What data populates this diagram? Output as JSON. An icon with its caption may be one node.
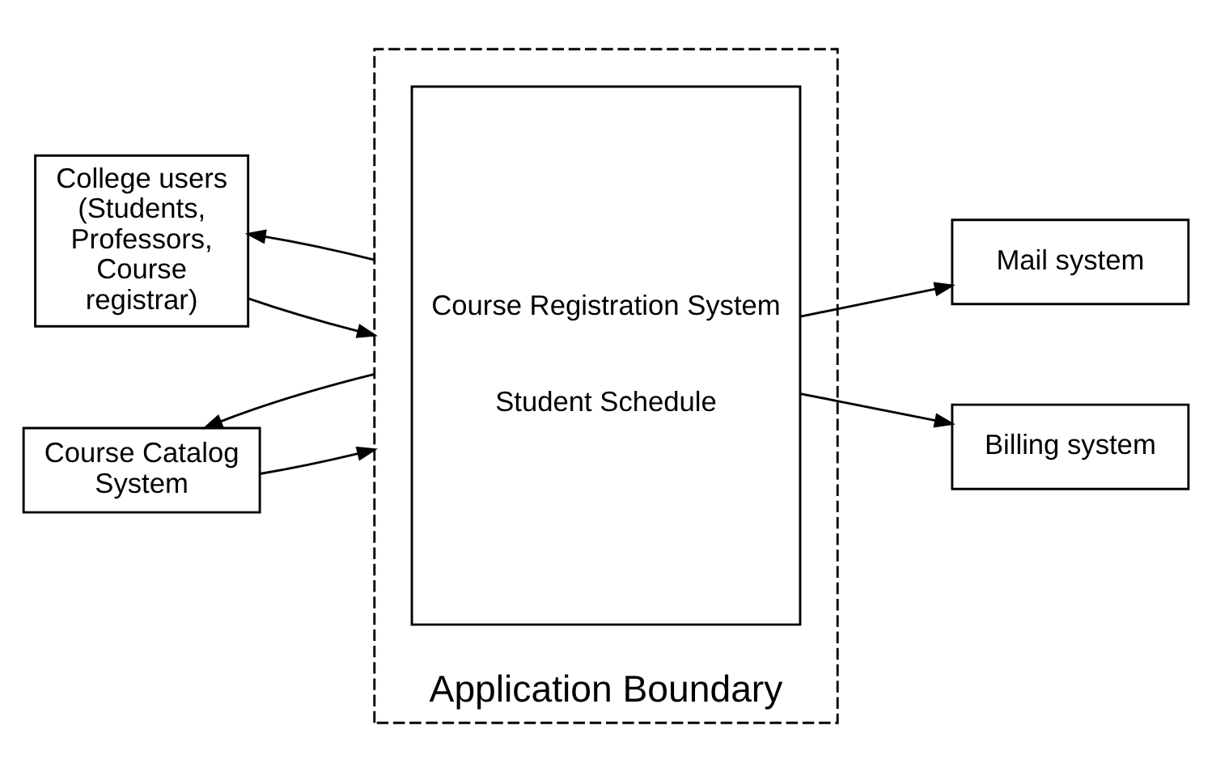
{
  "diagram": {
    "nodes": [
      {
        "text": [
          "Application Boundary"
        ]
      },
      {
        "text": [
          "Course Registration System",
          "Student Schedule"
        ],
        "in": 0
      },
      {
        "text": [
          "College users (Students, Professors, Course registrar)"
        ]
      },
      {
        "text": [
          "Course Catalog System"
        ]
      },
      {
        "text": [
          "Mail system"
        ]
      },
      {
        "text": [
          "Billing system"
        ]
      }
    ],
    "edges": [
      {
        "from": 2,
        "to": 0,
        "arrow": "to"
      },
      {
        "from": 0,
        "to": 2,
        "arrow": "to"
      },
      {
        "from": 3,
        "to": 0,
        "arrow": "to"
      },
      {
        "from": 0,
        "to": 3,
        "arrow": "to"
      },
      {
        "from": 1,
        "to": 4,
        "arrow": "to"
      },
      {
        "from": 1,
        "to": 5,
        "arrow": "to"
      }
    ]
  }
}
